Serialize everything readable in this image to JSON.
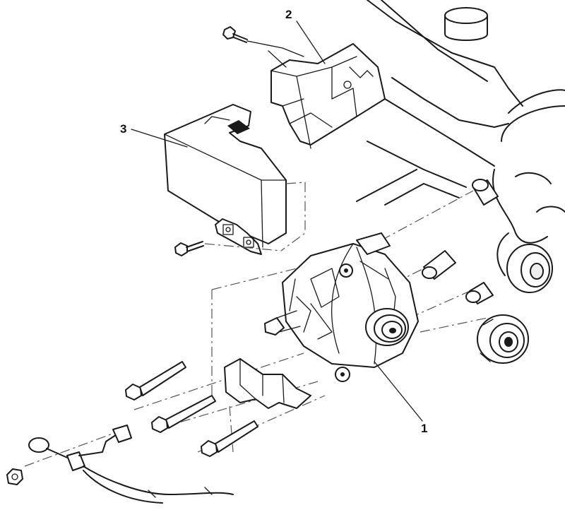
{
  "diagram": {
    "callouts": [
      {
        "id": "1",
        "label": "1",
        "part": "alternator"
      },
      {
        "id": "2",
        "label": "2",
        "part": "upper-heat-shield"
      },
      {
        "id": "3",
        "label": "3",
        "part": "side-heat-shield"
      }
    ]
  }
}
